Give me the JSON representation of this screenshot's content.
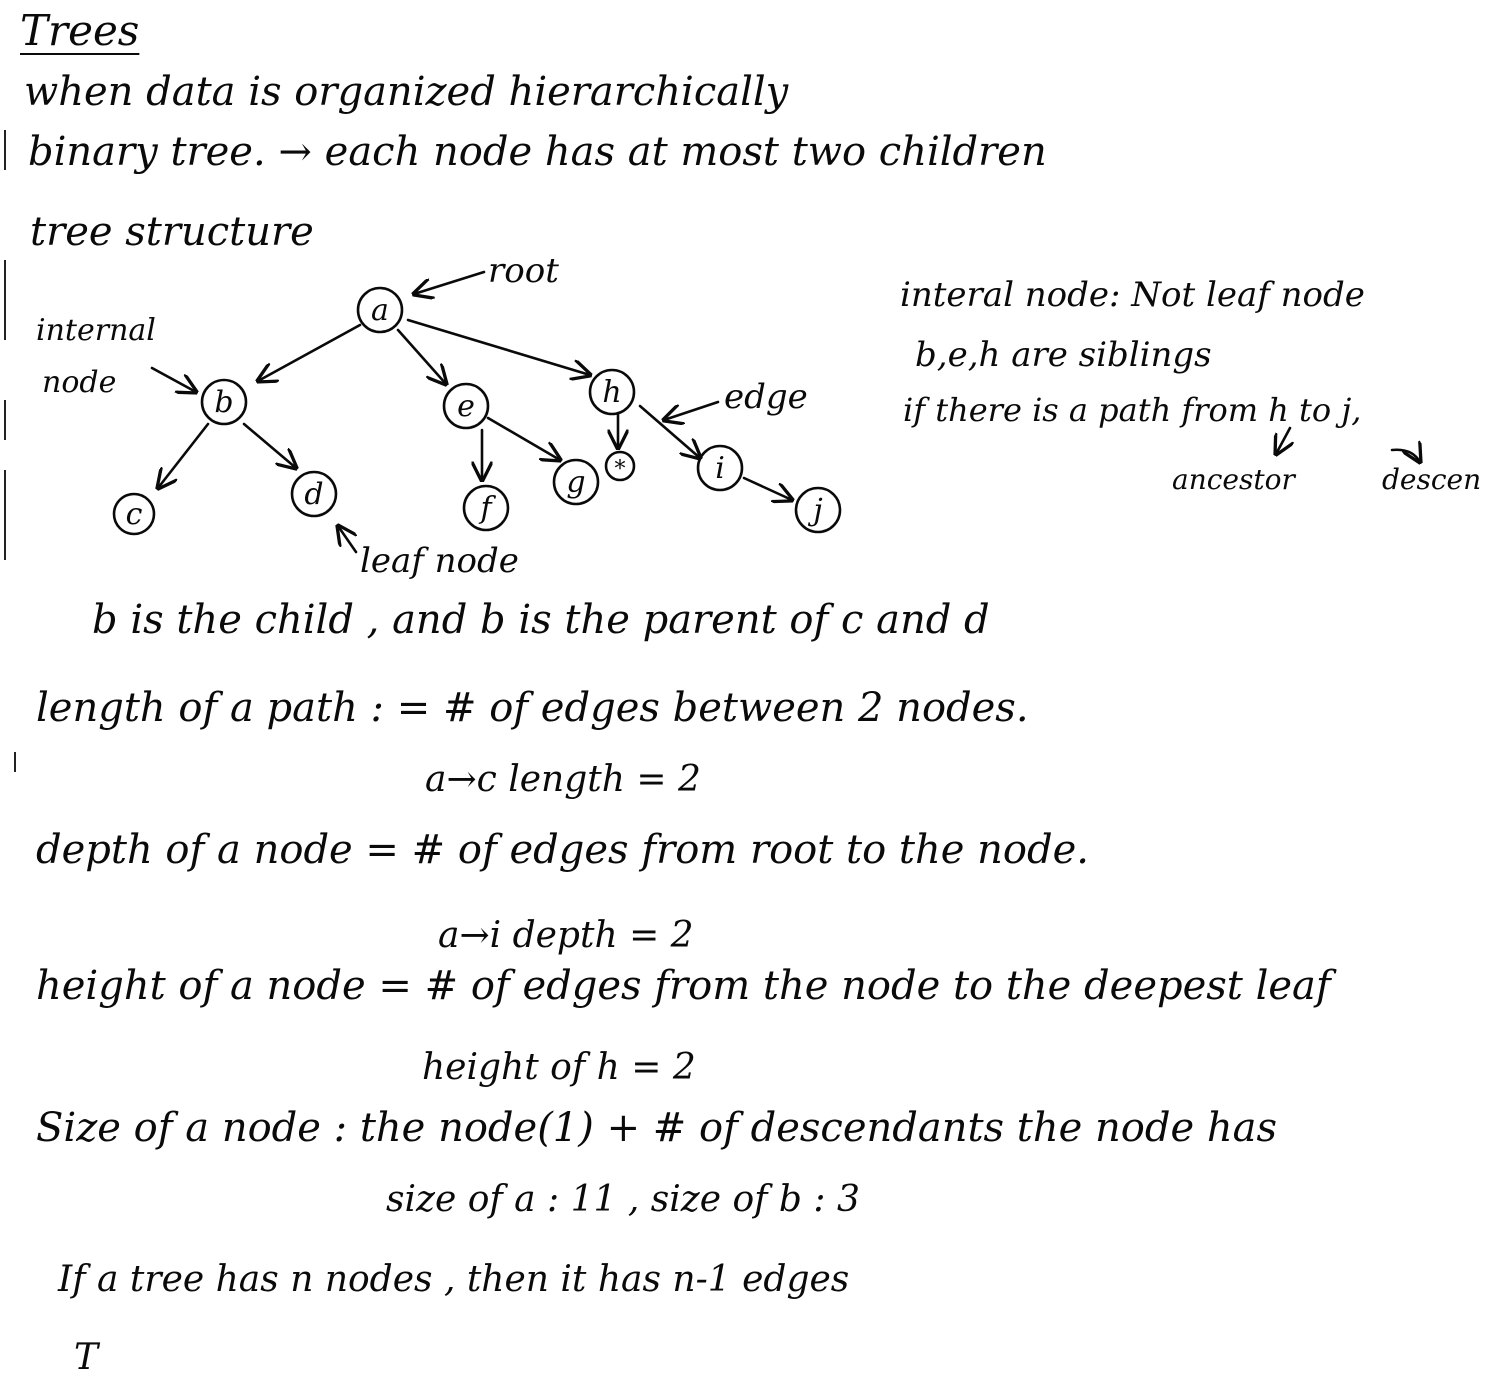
{
  "title": "Trees",
  "lines": {
    "l1": "when data is organized hierarchically",
    "l2": "binary tree. → each node has at most two children",
    "l3": "tree structure"
  },
  "tree": {
    "nodes": {
      "a": "a",
      "b": "b",
      "c": "c",
      "d": "d",
      "e": "e",
      "f": "f",
      "g": "g",
      "star": "*",
      "h": "h",
      "i": "i",
      "j": "j"
    },
    "labels": {
      "root": "root",
      "internal_1": "internal",
      "internal_2": "node",
      "edge": "edge",
      "leaf": "leaf node"
    }
  },
  "right_notes": {
    "r1": "interal node: Not leaf node",
    "r2": "b,e,h are siblings",
    "r3": "if there is a path from h to j,",
    "r4": "ancestor",
    "r5": "descen"
  },
  "definitions": {
    "d1": "b is the child , and b is the parent of c and d",
    "d2": "length of a path : = # of edges between 2 nodes.",
    "d3": "a→c length = 2",
    "d4": "depth of a node = # of edges from root to the node.",
    "d5": "a→i depth = 2",
    "d6": "height of a node = # of edges from the node to the deepest leaf",
    "d7": "height of h = 2",
    "d8": "Size of a node : the node(1) + # of descendants the node has",
    "d9": "size of a : 11 , size of b : 3",
    "d10": "If a tree has n nodes , then it has n-1 edges",
    "d11": "T"
  }
}
